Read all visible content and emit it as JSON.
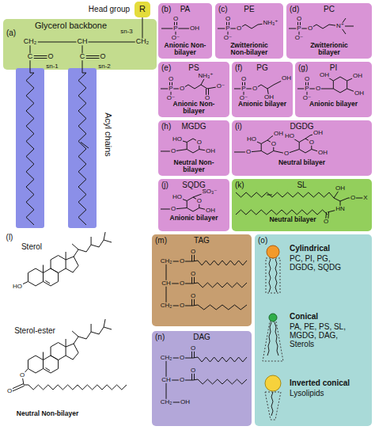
{
  "diagram": {
    "nodes": [
      {
        "text": [
          "Glycerol backbone"
        ]
      },
      {
        "text": [
          "R"
        ]
      },
      {
        "text": [
          "(b)",
          "PA",
          "Anionic Non-bilayer"
        ]
      },
      {
        "text": [
          "(c)",
          "PE",
          "Zwitterionic Non-bilayer"
        ]
      },
      {
        "text": [
          "(d)",
          "PC",
          "Zwitterionic bilayer"
        ]
      },
      {
        "text": [
          "(e)",
          "PS",
          "Anionic Non-bilayer"
        ]
      },
      {
        "text": [
          "(f)",
          "PG",
          "Anionic bilayer"
        ]
      },
      {
        "text": [
          "(g)",
          "PI",
          "Anionic bilayer"
        ]
      },
      {
        "text": [
          "(h)",
          "MGDG",
          "Neutral Non-bilayer"
        ]
      },
      {
        "text": [
          "(i)",
          "DGDG",
          "Neutral bilayer"
        ]
      },
      {
        "text": [
          "(j)",
          "SQDG",
          "Anionic bilayer"
        ]
      },
      {
        "text": [
          "(k)",
          "SL",
          "Neutral bilayer"
        ]
      },
      {
        "text": [
          "(m)",
          "TAG"
        ]
      },
      {
        "text": [
          "(n)",
          "DAG"
        ]
      },
      {
        "text": [
          "(o)",
          "Cylindrical",
          "PC, PI, PG, DGDG, SQDG",
          "Conical",
          "PA, PE, PS, SL, MGDG, DAG, Sterols",
          "Inverted conical",
          "Lysolipids"
        ]
      }
    ],
    "labels": [
      "Head group",
      "(a)",
      "CH₂",
      "CH",
      "CH₂",
      "C",
      "O",
      "C",
      "O",
      "sn-1",
      "sn-2",
      "sn-3",
      "Acyl chains",
      "O",
      "P",
      "OH",
      "O⁻",
      "O",
      "P",
      "O",
      "O⁻",
      "NH₃⁺",
      "O",
      "P",
      "O",
      "O⁻",
      "N⁺",
      "O",
      "P",
      "O",
      "O⁻",
      "NH₃⁺",
      "O",
      "O⁻",
      "O",
      "P",
      "O",
      "O⁻",
      "OH",
      "OH",
      "O",
      "P",
      "O",
      "O⁻",
      "OH",
      "OH",
      "OH",
      "O",
      "O",
      "HO",
      "OH",
      "O",
      "O",
      "HO",
      "OH",
      "O",
      "O",
      "HO",
      "OH",
      "OH",
      "O",
      "O",
      "SO₃⁻",
      "HO",
      "OH",
      "OH",
      "HN",
      "O",
      "X",
      "O",
      "(l)",
      "Sterol",
      "HO",
      "Sterol-ester",
      "O",
      "O",
      "Neutral Non-bilayer",
      "CH₂",
      "O",
      "O",
      "CH",
      "O",
      "O",
      "CH₂",
      "O",
      "O",
      "CH₂",
      "O",
      "O",
      "CH",
      "O",
      "O",
      "CH₂",
      "OH"
    ]
  }
}
